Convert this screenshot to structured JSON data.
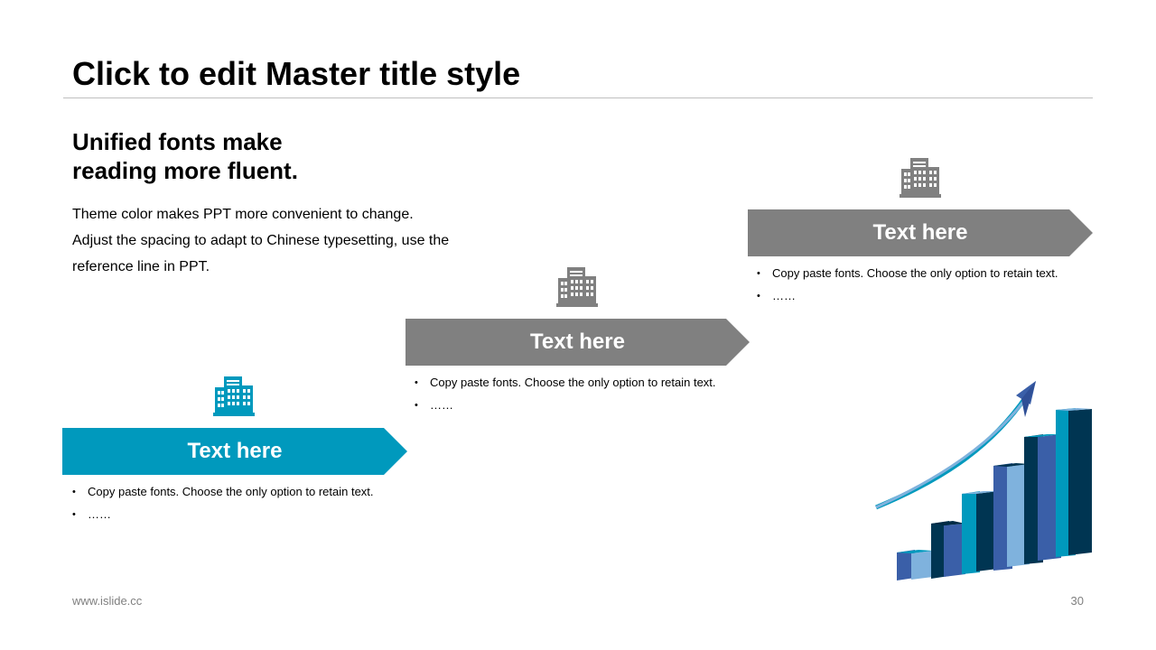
{
  "slide": {
    "title": "Click to edit Master title style",
    "subtitle_line1": "Unified fonts make",
    "subtitle_line2": "reading more fluent.",
    "body_line1": "Theme color makes PPT more convenient to change.",
    "body_line2": "Adjust the spacing to adapt to Chinese typesetting, use the",
    "body_line3": "reference line in PPT."
  },
  "steps": [
    {
      "label": "Text here",
      "bullet1": "Copy paste fonts. Choose the only option to retain text.",
      "bullet2": "……",
      "icon": "building-icon",
      "color": "#0099bd"
    },
    {
      "label": "Text here",
      "bullet1": "Copy paste fonts. Choose the only option to retain text.",
      "bullet2": "……",
      "icon": "building-icon",
      "color": "#808080"
    },
    {
      "label": "Text here",
      "bullet1": "Copy paste fonts. Choose the only option to retain text.",
      "bullet2": "……",
      "icon": "building-icon",
      "color": "#808080"
    }
  ],
  "decoration": {
    "icon": "growth-bar-chart-illustration"
  },
  "footer": {
    "website": "www.islide.cc",
    "page_number": "30"
  },
  "colors": {
    "accent": "#0099bd",
    "neutral": "#808080",
    "rule": "#bfbfbf",
    "footer_text": "#7f7f7f"
  }
}
